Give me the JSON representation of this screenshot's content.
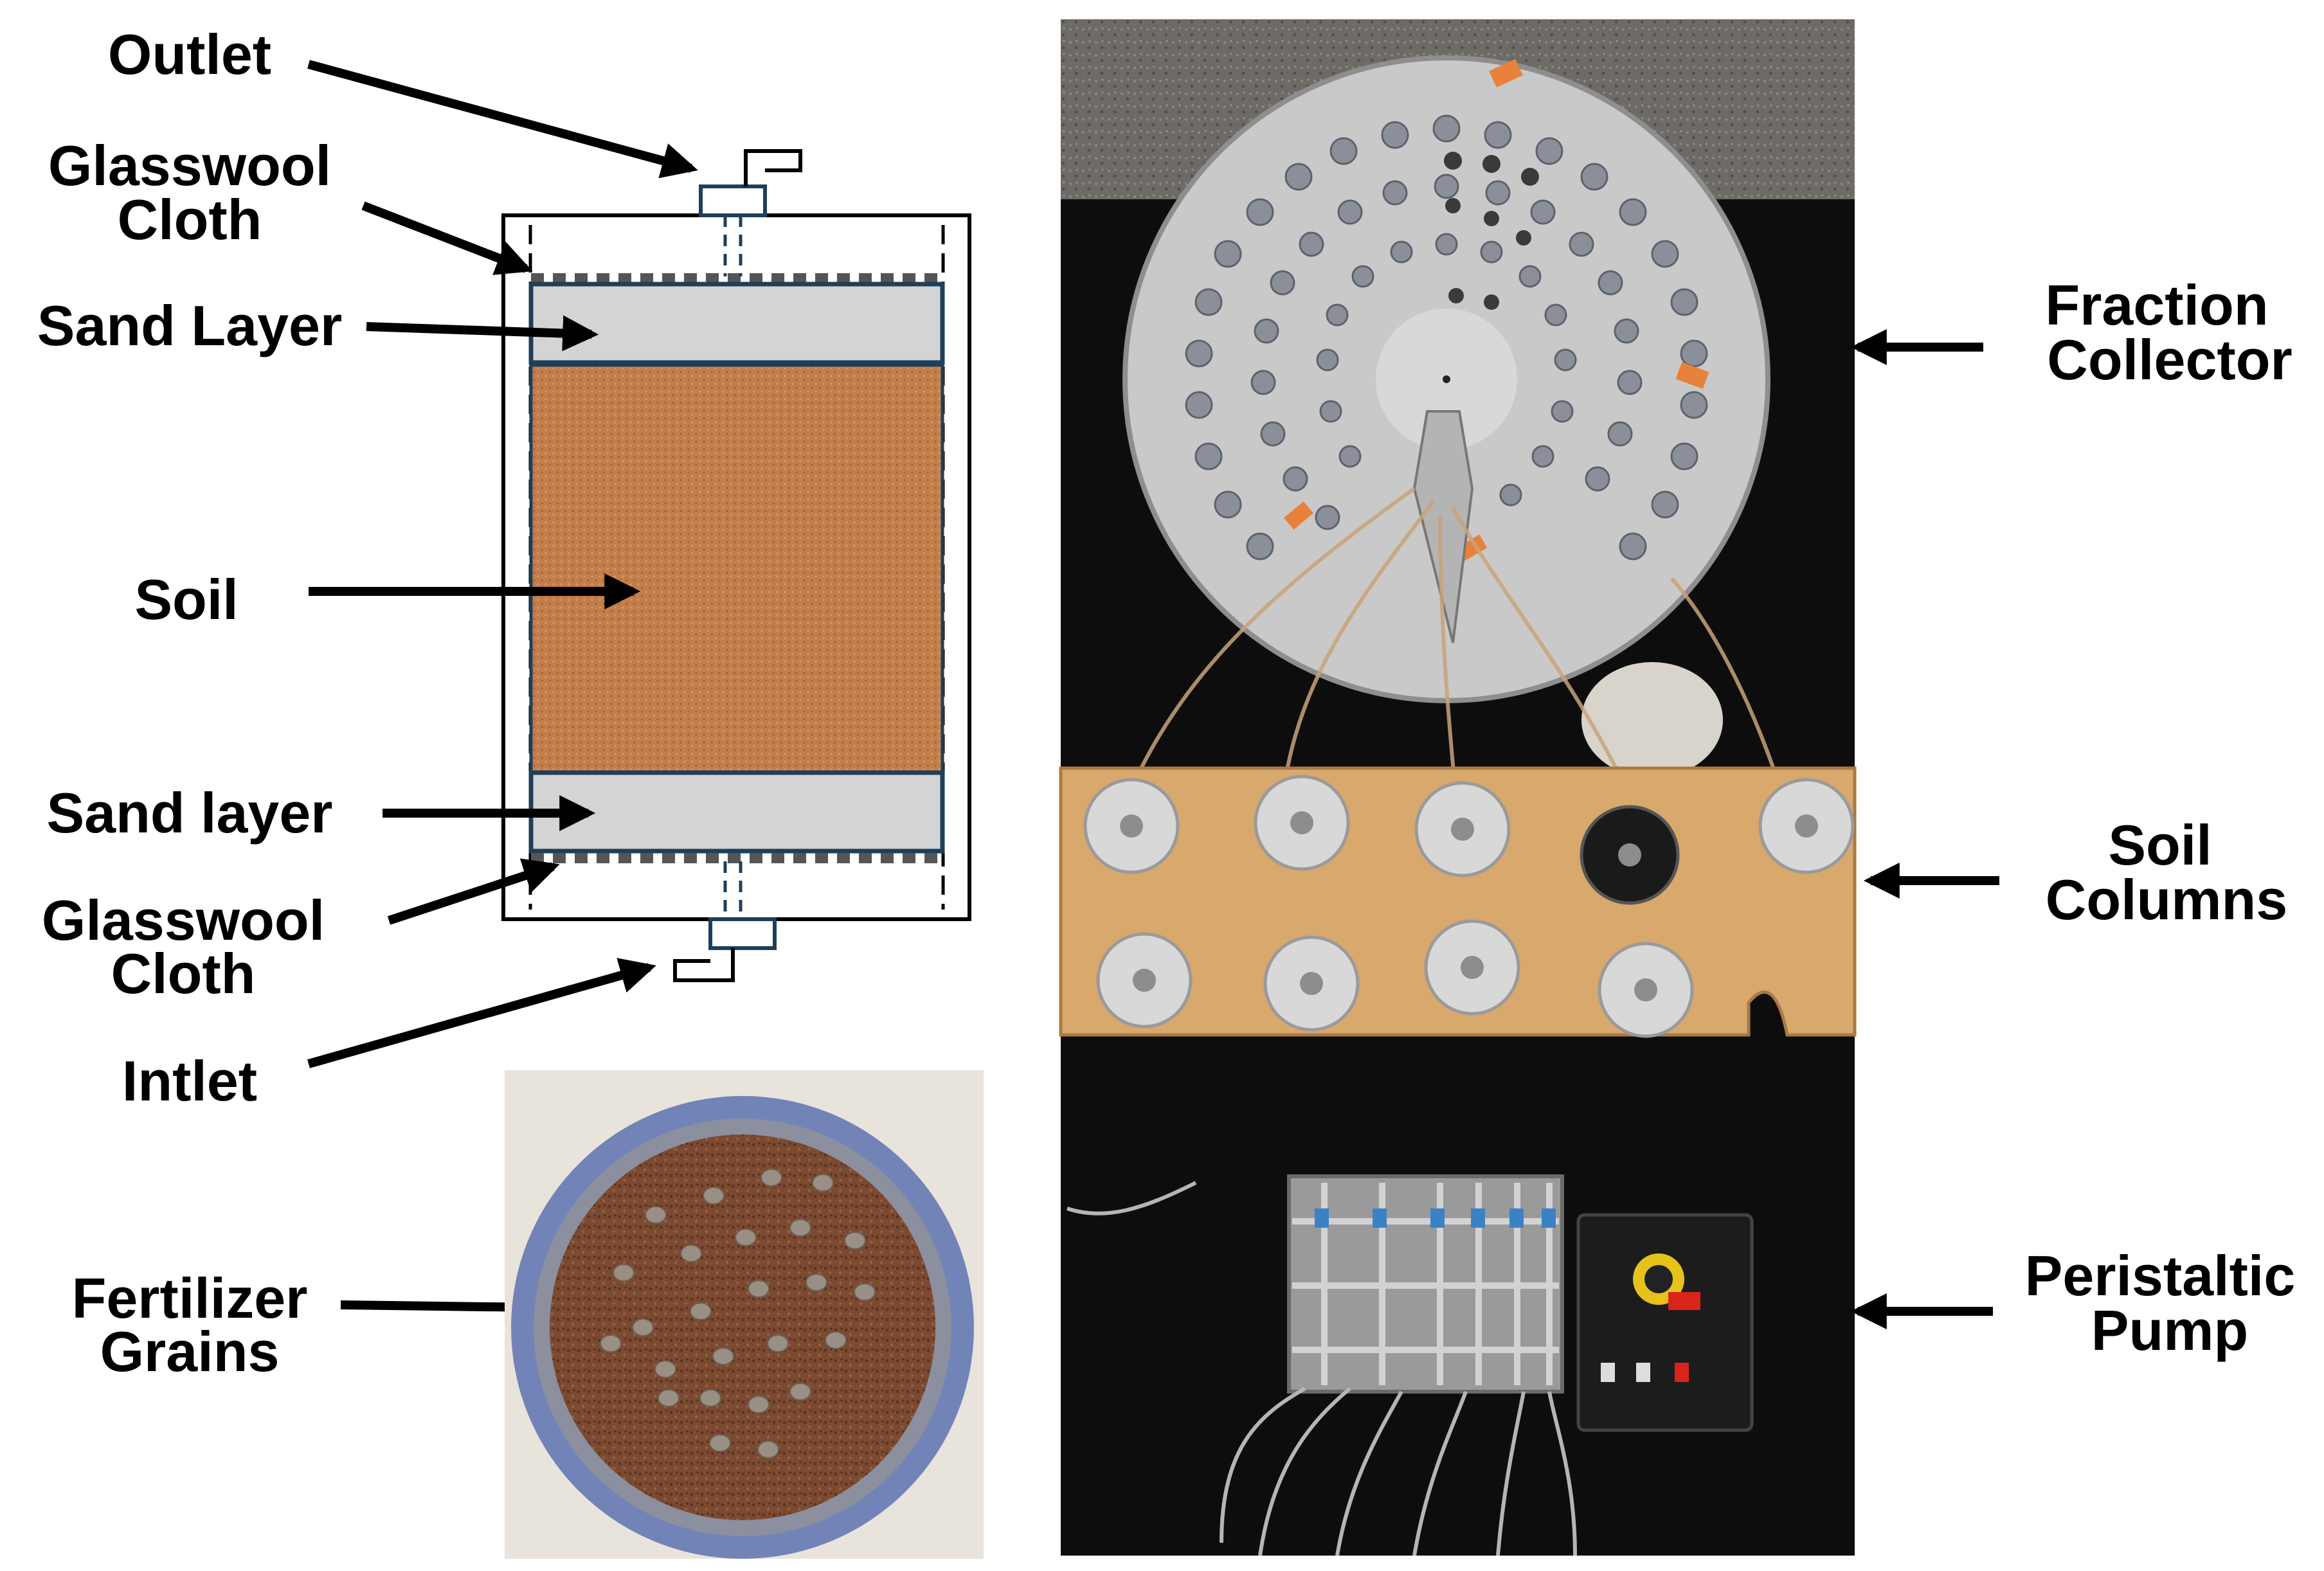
{
  "labels": {
    "outlet": "Outlet",
    "glasswool_top_1": "Glasswool",
    "glasswool_top_2": "Cloth",
    "sand_top": "Sand Layer",
    "soil": "Soil",
    "sand_bottom": "Sand layer",
    "glasswool_bottom_1": "Glasswool",
    "glasswool_bottom_2": "Cloth",
    "inlet": "Intlet",
    "fertilizer_1": "Fertilizer",
    "fertilizer_2": "Grains",
    "fraction_1": "Fraction",
    "fraction_2": "Collector",
    "soilcol_1": "Soil",
    "soilcol_2": "Columns",
    "pump_1": "Peristaltic",
    "pump_2": "Pump"
  },
  "colors": {
    "soil": "#c47e4b",
    "sand": "#d4d4d4",
    "layer_border": "#1e3f5a",
    "glasswool": "#555555",
    "arrow": "#000000",
    "bench": "#0d0d0d",
    "wood": "#d9a86c",
    "collector_plate": "#c9c9c9",
    "pump_body": "#1c1c1c"
  },
  "icons": {
    "arrow": "arrow-right-icon",
    "photo_1": "soil-column-top-view-photo",
    "photo_2": "experimental-setup-photo"
  }
}
